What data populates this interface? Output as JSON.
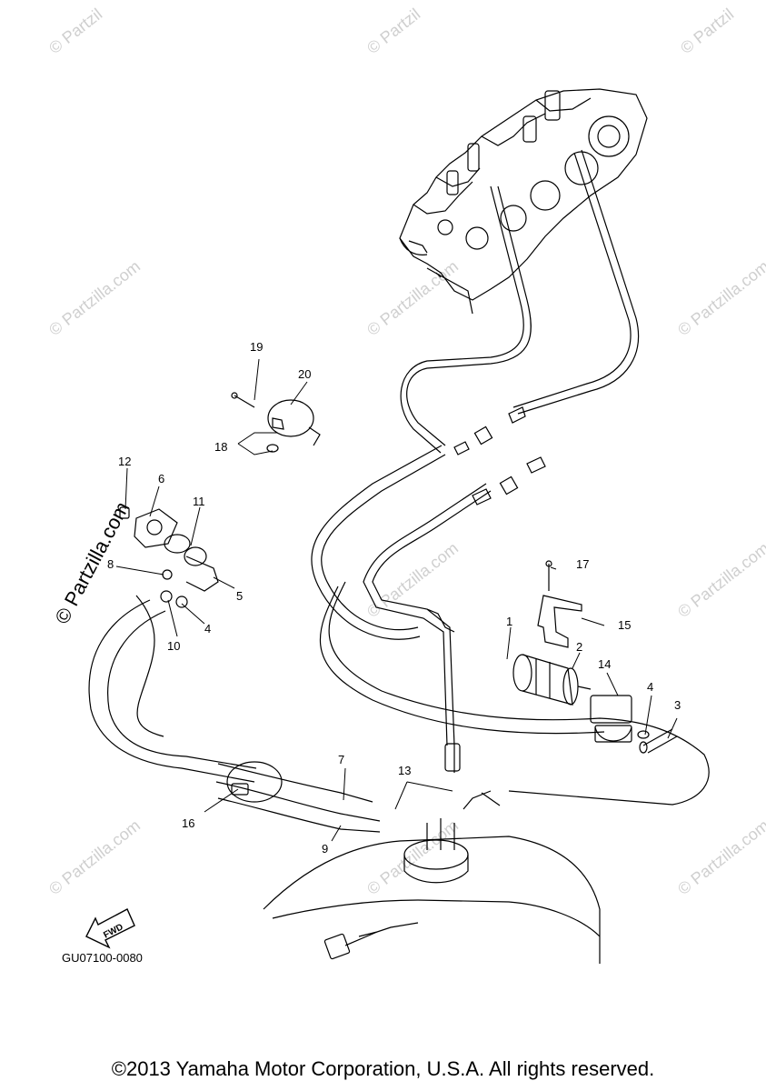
{
  "watermark": {
    "text": "© Partzilla.com",
    "short": "© Partzil"
  },
  "callouts": [
    "1",
    "2",
    "3",
    "4",
    "4",
    "5",
    "6",
    "7",
    "8",
    "9",
    "10",
    "11",
    "12",
    "13",
    "14",
    "15",
    "16",
    "17",
    "18",
    "19",
    "20"
  ],
  "fwd_label": "FWD",
  "diagram_code": "GU07100-0080",
  "copyright": "©2013 Yamaha Motor Corporation, U.S.A. All rights reserved."
}
